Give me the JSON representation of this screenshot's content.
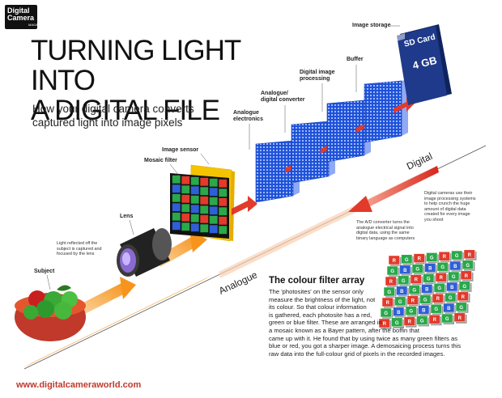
{
  "brand": {
    "line1": "Digital",
    "line2": "Camera",
    "tag": "MAGAZINE"
  },
  "title": {
    "line1": "TURNING LIGHT INTO",
    "line2": "A DIGITAL FILE"
  },
  "subtitle": {
    "line1": "How your digital camera converts",
    "line2": "captured light into image pixels"
  },
  "labels": {
    "image_storage": "Image storage",
    "buffer": "Buffer",
    "digital_image_processing": [
      "Digital image",
      "processing"
    ],
    "ad_converter": [
      "Analogue/",
      "digital converter"
    ],
    "analogue_electronics": [
      "Analogue",
      "electronics"
    ],
    "image_sensor": "Image sensor",
    "mosaic_filter": "Mosaic filter",
    "lens": "Lens",
    "subject": "Subject"
  },
  "sd_card": {
    "top": "SD Card",
    "capacity": "4 GB"
  },
  "axis": {
    "digital": "Digital",
    "analogue": "Analogue"
  },
  "notes": {
    "light": [
      "Light reflected off the",
      "subject is captured and",
      "focused by the lens"
    ],
    "ad": [
      "The A/D converter turns the",
      "analogue electrical signal into",
      "digital data, using the same",
      "binary language as computers"
    ],
    "processing": [
      "Digital cameras use their",
      "image processing systems",
      "to help crunch the huge",
      "amount of digital data",
      "created for every image",
      "you shoot"
    ]
  },
  "cfa": {
    "title": "The colour filter array",
    "body": [
      "The 'photosites' on the sensor only",
      "measure the brightness of the light, not",
      "its colour. So that colour information",
      "is gathered, each photosite has a red,",
      "green or blue filter. These are arranged in",
      "a mosaic known as a Bayer pattern, after the boffin that",
      "came up with it. He found that by using twice as many green filters as",
      "blue or red, you got a sharper image. A demosaicing process turns this",
      "raw data into the full-colour grid of pixels in the recorded images."
    ],
    "letters": {
      "r": "R",
      "g": "G",
      "b": "B"
    }
  },
  "website": "www.digitalcameraworld.com",
  "colors": {
    "orange": "#f7941d",
    "red": "#e23a2b",
    "blue": "#2f5fd6",
    "green": "#2aa84a",
    "yellow": "#f5c400",
    "sd_blue": "#1f3a8a"
  }
}
